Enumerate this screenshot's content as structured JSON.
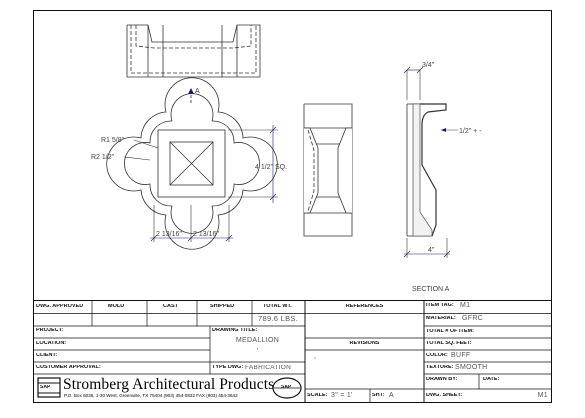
{
  "drawing": {
    "dimensions": {
      "r_outer": "R1 5/8\"",
      "r_inner": "R2 1/2\"",
      "width_left": "2 13/16\"",
      "width_right": "2 13/16\"",
      "square": "4 1/2\" SQ.",
      "top_flange": "3/4\"",
      "thickness": "1/2\" + -",
      "depth": "4\""
    },
    "section_marker": "A",
    "section_label": "SECTION A"
  },
  "title_block": {
    "labels": {
      "dwg_approved": "DWG. APPROVED",
      "mold": "MOLD",
      "cast": "CAST",
      "shipped": "SHIPPED",
      "total_wt": "TOTAL WT.",
      "references": "REFERENCES",
      "revisions": "REVISIONS",
      "project": "PROJECT:",
      "location": "LOCATION:",
      "client": "CLIENT:",
      "customer_approval": "CUSTOMER APPROVAL:",
      "drawing_title": "DRAWING TITLE:",
      "type_dwg": "TYPE DWG:",
      "item_tag": "ITEM TAG:",
      "material": "MATERIAL:",
      "total_num_item": "TOTAL # OF ITEM:",
      "total_sq_feet": "TOTAL SQ. FEET:",
      "color": "COLOR:",
      "texture": "TEXTURE:",
      "drawn_by": "DRAWN BY:",
      "date": "DATE:",
      "dwg_sheet": "DWG. SHEET:",
      "scale": "SCALE:",
      "sht": "SHT:"
    },
    "values": {
      "total_wt": "789.6 LBS.",
      "drawing_title": "MEDALLION",
      "drawing_title_2": "'",
      "revision_mark": ",",
      "type_dwg": "FABRICATION",
      "item_tag": "M1",
      "material": "GFRC",
      "color": "BUFF",
      "texture": "SMOOTH",
      "dwg_sheet": "M1",
      "scale": "3\" = 1'",
      "sht": "A"
    },
    "company": {
      "name": "Stromberg Architectural Products",
      "address": "P.O. Box 6036, 1-30 West, Greenville, TX 75404  (903) 454-0832  FAX (903) 454-3642",
      "logo_text": "SAP"
    }
  }
}
